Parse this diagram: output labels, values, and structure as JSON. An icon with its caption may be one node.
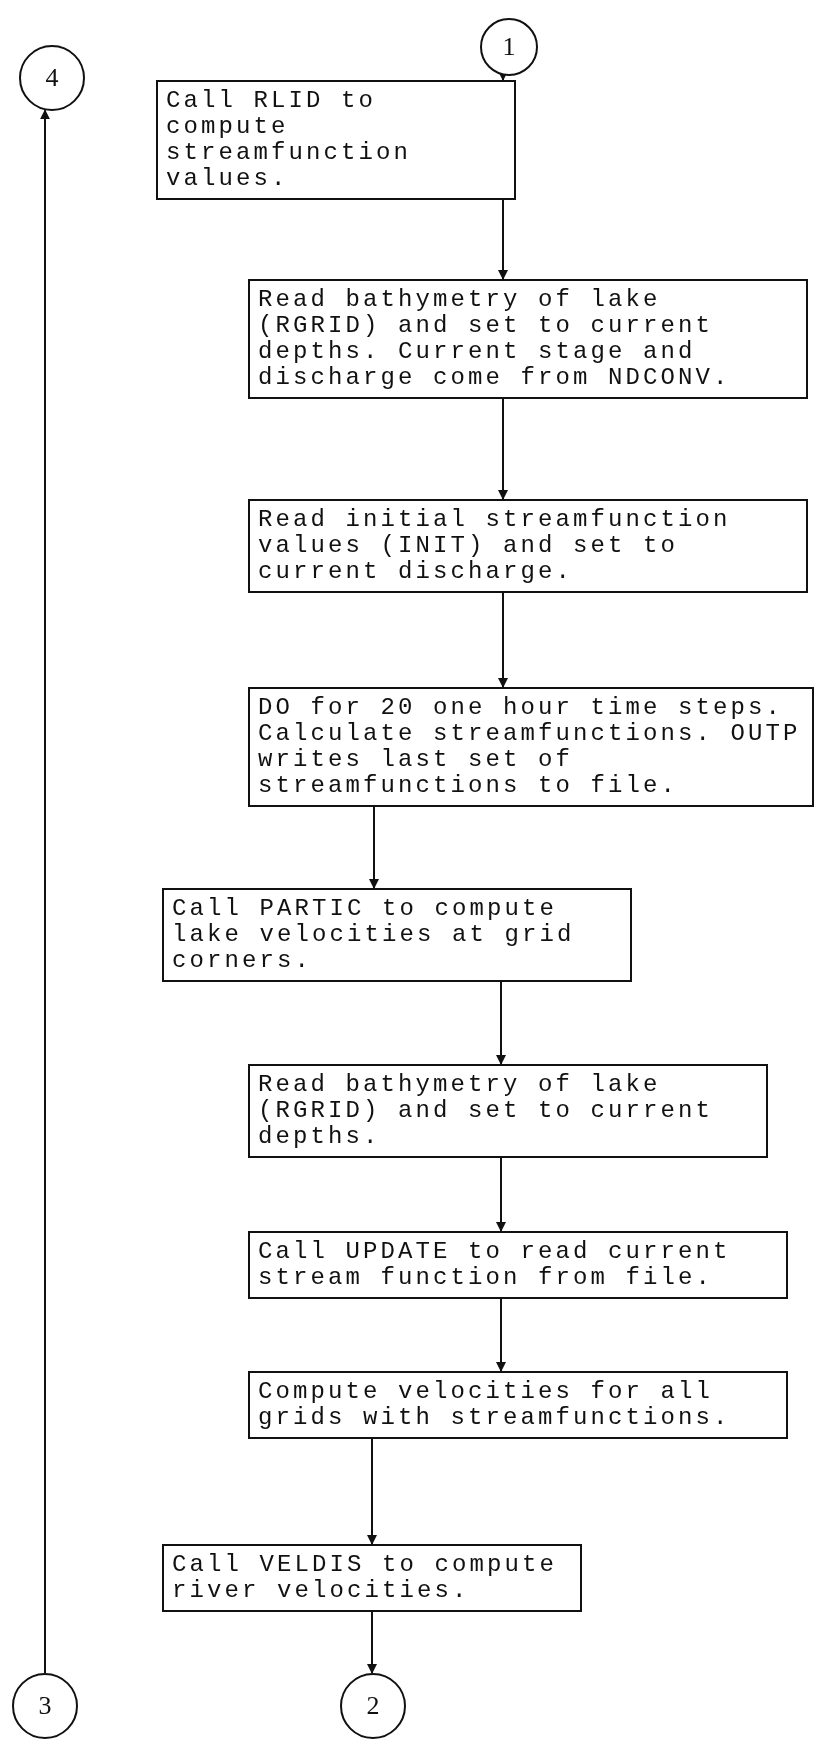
{
  "diagram": {
    "nodes": [
      {
        "text": [
          "4"
        ]
      },
      {
        "text": [
          "1"
        ]
      },
      {
        "text": [
          "Call RLID to compute streamfunction values."
        ]
      },
      {
        "text": [
          "Read bathymetry of lake (RGRID) and set to current depths. Current stage and discharge come from NDCONV."
        ]
      },
      {
        "text": [
          "Read initial streamfunction values (INIT) and set to current discharge."
        ]
      },
      {
        "text": [
          "DO for 20 one hour time steps. Calculate streamfunctions. OUTP writes last set of streamfunctions to file."
        ]
      },
      {
        "text": [
          "Call PARTIC to compute lake velocities at grid corners."
        ]
      },
      {
        "text": [
          "Read bathymetry of lake (RGRID) and set to current depths."
        ]
      },
      {
        "text": [
          "Call UPDATE to read current stream function from file."
        ]
      },
      {
        "text": [
          "Compute velocities for all grids with streamfunctions."
        ]
      },
      {
        "text": [
          "Call VELDIS to compute river velocities."
        ]
      },
      {
        "text": [
          "3"
        ]
      },
      {
        "text": [
          "2"
        ]
      }
    ],
    "edges": [
      {
        "from": 1,
        "to": 2,
        "arrow": "to"
      },
      {
        "from": 2,
        "to": 3,
        "arrow": "to"
      },
      {
        "from": 3,
        "to": 4,
        "arrow": "to"
      },
      {
        "from": 4,
        "to": 5,
        "arrow": "to"
      },
      {
        "from": 5,
        "to": 6,
        "arrow": "to"
      },
      {
        "from": 6,
        "to": 7,
        "arrow": "to"
      },
      {
        "from": 7,
        "to": 8,
        "arrow": "to"
      },
      {
        "from": 8,
        "to": 9,
        "arrow": "to"
      },
      {
        "from": 9,
        "to": 10,
        "arrow": "to"
      },
      {
        "from": 10,
        "to": 12,
        "arrow": "to"
      },
      {
        "from": 11,
        "to": 0,
        "arrow": "to"
      }
    ]
  }
}
